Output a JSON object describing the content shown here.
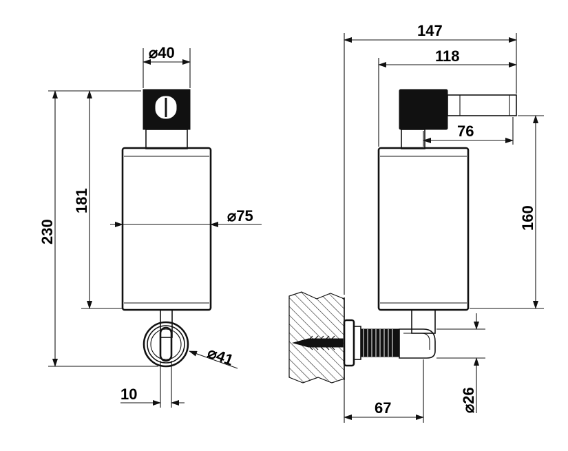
{
  "front_view": {
    "dim_cap_diameter": "⌀40",
    "dim_total_height": "230",
    "dim_body_height": "181",
    "dim_body_diameter": "⌀75",
    "dim_wall_plate_diameter": "⌀41",
    "dim_stem_width": "10"
  },
  "side_view": {
    "dim_total_depth": "147",
    "dim_body_depth": "118",
    "dim_spout_length": "76",
    "dim_spout_height": "160",
    "dim_arm_diameter": "⌀26",
    "dim_wall_offset": "67"
  },
  "colors": {
    "line": "#111111",
    "background": "#ffffff"
  }
}
